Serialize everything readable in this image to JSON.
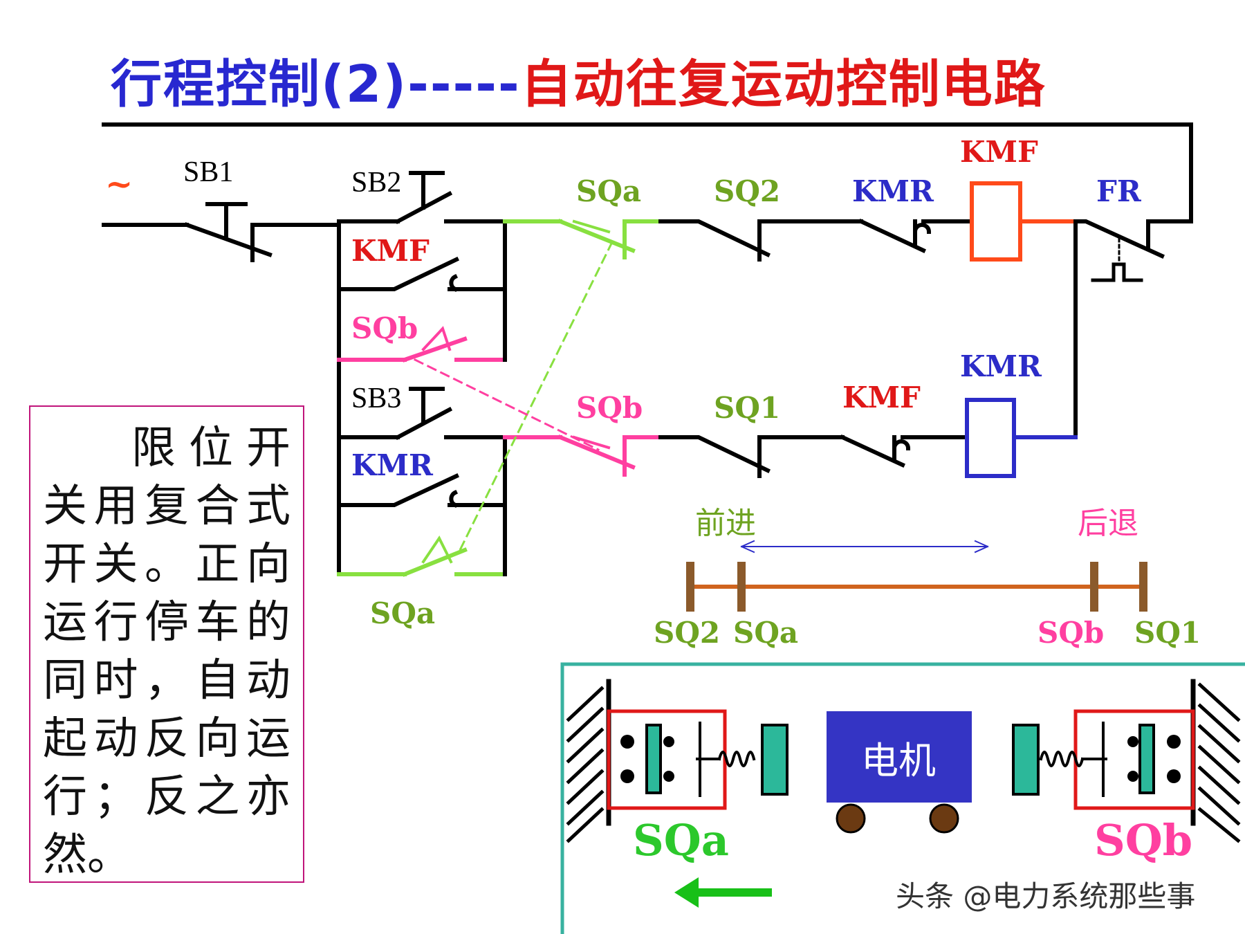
{
  "title": {
    "part1": "行程控制(2)-----",
    "part2": "自动往复运动控制电路"
  },
  "note": {
    "text": "限位开关用复合式开关。正向运行停车的同时，自动起动反向运行；反之亦然。"
  },
  "circuit": {
    "supply_symbol": "~",
    "sb1": "SB1",
    "sb2": "SB2",
    "sb3": "SB3",
    "kmf_top": "KMF",
    "kmr_top": "KMR",
    "sqb_parallel": "SQb",
    "sqa_parallel": "SQa",
    "sqa_series": "SQa",
    "sq2_series": "SQ2",
    "kmr_interlock": "KMR",
    "kmf_coil": "KMF",
    "fr": "FR",
    "sqb_series": "SQb",
    "sq1_series": "SQ1",
    "kmf_interlock": "KMF",
    "kmr_coil": "KMR"
  },
  "track": {
    "forward": "前进",
    "backward": "后退",
    "labels": [
      "SQ2",
      "SQa",
      "SQb",
      "SQ1"
    ]
  },
  "mechanism": {
    "motor": "电机",
    "left_switch": "SQa",
    "right_switch": "SQb"
  },
  "watermark": "头条 @电力系统那些事",
  "colors": {
    "green": "#88e040",
    "pink": "#ff3fa0",
    "red": "#e01818",
    "blue": "#2c2cc8",
    "orange": "#ff4a1a",
    "dark_green": "#6ea321",
    "brown": "#8b5a2b",
    "teal": "#38b2a0",
    "motor_blue": "#3434c4"
  }
}
